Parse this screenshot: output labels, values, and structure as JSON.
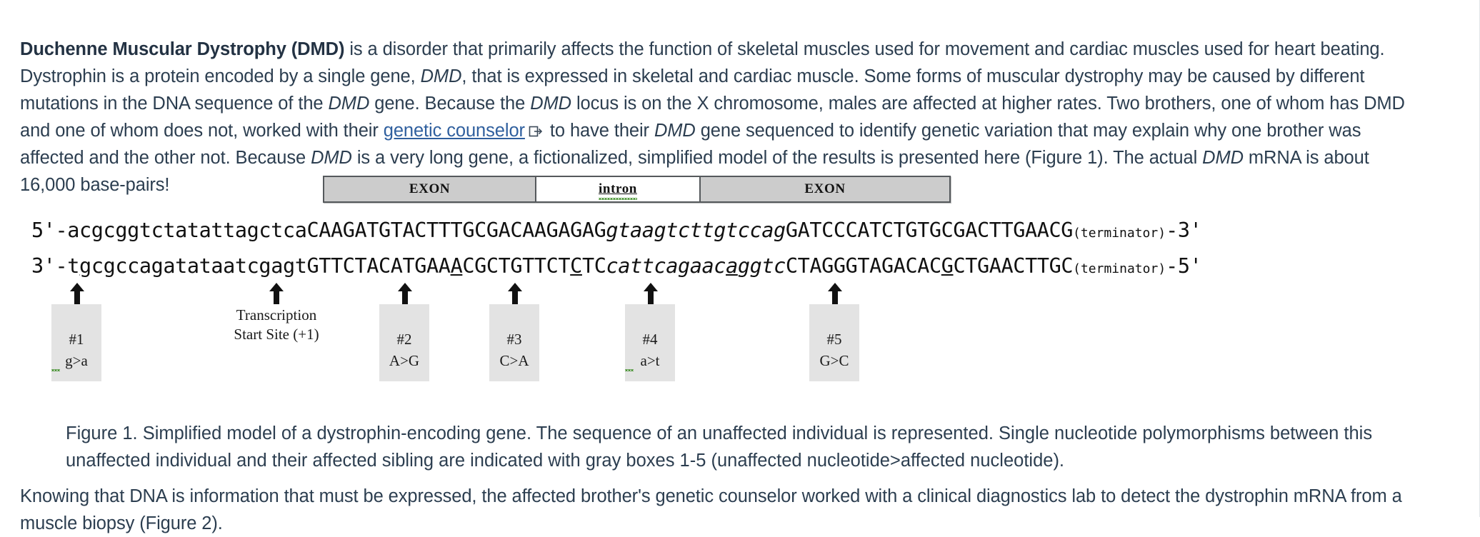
{
  "intro": {
    "lead": "Duchenne Muscular Dystrophy (DMD)",
    "t1": " is a disorder that primarily affects the function of skeletal muscles used for movement and cardiac muscles used for heart beating. Dystrophin is a protein encoded by a single gene, ",
    "g1": "DMD",
    "t2": ", that is expressed in skeletal and cardiac muscle.  Some forms of muscular dystrophy may be caused by different mutations in the DNA sequence of the ",
    "g2": "DMD",
    "t3": " gene.  Because the ",
    "g3": "DMD",
    "t4": " locus is on the X chromosome, males are affected at higher rates. Two brothers, one of whom has DMD and one of whom does not, worked with their ",
    "link": "genetic counselor",
    "link_icon": "external-link-icon",
    "t5": " to have their ",
    "g4": "DMD",
    "t6": " gene sequenced to identify genetic variation that may explain why one brother was affected and the other not. Because ",
    "g5": "DMD",
    "t7": " is a very long gene, a fictionalized, simplified model of the results is presented here (Figure 1).  The actual ",
    "g6": "DMD",
    "t8": " mRNA is about 16,000 base-pairs!"
  },
  "figure": {
    "gene_bar": [
      {
        "label": "EXON",
        "type": "exon"
      },
      {
        "label": "intron",
        "type": "intron"
      },
      {
        "label": "EXON",
        "type": "exon"
      }
    ],
    "sense_strand": {
      "prime5": "5'-",
      "upstream": "acgcggtctatattagctca",
      "exon1": "CAAGATGTACTTTGCGACAAGAGAG",
      "intron": "gtaagtcttgtccag",
      "exon2": "GATCCCATCTGTGCGACTTGAACG",
      "terminator": "(terminator)",
      "prime3": "-3'"
    },
    "antisense_strand": {
      "prime3": "3'-",
      "upstream_a": "t",
      "upstream_u": "g",
      "upstream_b": "cgccagatataatcgagt",
      "exon1_a": "GTTCTACATGAA",
      "exon1_u1": "A",
      "exon1_b": "CGCTGTTCT",
      "exon1_u2": "C",
      "exon1_c": "TC",
      "intron_a": "cattcagaac",
      "intron_u": "a",
      "intron_b": "ggtc",
      "exon2_a": "CTAGGGTAGACAC",
      "exon2_u": "G",
      "exon2_b": "CTGAACTTGC",
      "terminator": "(terminator)",
      "prime5": "-5'"
    },
    "tss_label_line1": "Transcription",
    "tss_label_line2": "Start Site (+1)",
    "annotations": [
      {
        "number": "#1",
        "change": "g>a",
        "spellcheck": true
      },
      {
        "number": "#2",
        "change": "A>G",
        "spellcheck": false
      },
      {
        "number": "#3",
        "change": "C>A",
        "spellcheck": false
      },
      {
        "number": "#4",
        "change": "a>t",
        "spellcheck": true
      },
      {
        "number": "#5",
        "change": "G>C",
        "spellcheck": false
      }
    ],
    "caption": "Figure 1. Simplified model of a dystrophin-encoding gene. The sequence of an unaffected individual is represented. Single nucleotide polymorphisms between this unaffected individual and their affected sibling are indicated with gray boxes 1-5 (unaffected nucleotide>affected nucleotide)."
  },
  "closing": {
    "text": "Knowing that DNA is information that must be expressed, the affected brother's genetic counselor worked with a clinical diagnostics lab to detect the dystrophin mRNA from a muscle biopsy (Figure 2)."
  },
  "colors": {
    "text": "#2c3e50",
    "link": "#2f5f9e",
    "exon_fill": "#cccccc",
    "anno_fill": "#e3e3e3",
    "spellcheck": "#3f8f28"
  }
}
